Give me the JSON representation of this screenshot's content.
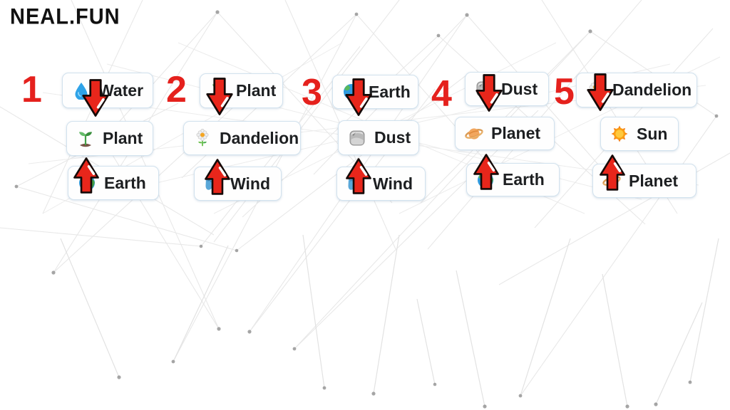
{
  "site": {
    "logo_text": "NEAL.FUN"
  },
  "colors": {
    "annotation_red": "#e5211d",
    "arrow_fill": "#e8261b",
    "pill_border": "#d2e2ee",
    "pill_background": "#fefefe",
    "pill_text": "#1d1f21",
    "graph_line": "#e8e8e8",
    "graph_dot": "#909090"
  },
  "combos": [
    {
      "number": "1",
      "top": {
        "label": "Water",
        "icon": "water-icon"
      },
      "result": {
        "label": "Plant",
        "icon": "seedling-icon"
      },
      "bottom": {
        "label": "Earth",
        "icon": "earth-icon"
      },
      "arrows": {
        "from_top": "down-arrow-icon",
        "from_bottom": "up-arrow-icon"
      }
    },
    {
      "number": "2",
      "top": {
        "label": "Plant",
        "icon": "seedling-icon"
      },
      "result": {
        "label": "Dandelion",
        "icon": "dandelion-icon"
      },
      "bottom": {
        "label": "Wind",
        "icon": "wind-icon"
      },
      "arrows": {
        "from_top": "down-arrow-icon",
        "from_bottom": "up-arrow-icon"
      }
    },
    {
      "number": "3",
      "top": {
        "label": "Earth",
        "icon": "earth-icon"
      },
      "result": {
        "label": "Dust",
        "icon": "dust-icon"
      },
      "bottom": {
        "label": "Wind",
        "icon": "wind-icon"
      },
      "arrows": {
        "from_top": "down-arrow-icon",
        "from_bottom": "up-arrow-icon"
      }
    },
    {
      "number": "4",
      "top": {
        "label": "Dust",
        "icon": "dust-icon"
      },
      "result": {
        "label": "Planet",
        "icon": "planet-icon"
      },
      "bottom": {
        "label": "Earth",
        "icon": "earth-icon"
      },
      "arrows": {
        "from_top": "down-arrow-icon",
        "from_bottom": "up-arrow-icon"
      }
    },
    {
      "number": "5",
      "top": {
        "label": "Dandelion",
        "icon": "dandelion-icon"
      },
      "result": {
        "label": "Sun",
        "icon": "sun-icon"
      },
      "bottom": {
        "label": "Planet",
        "icon": "planet-icon"
      },
      "arrows": {
        "from_top": "down-arrow-icon",
        "from_bottom": "up-arrow-icon"
      }
    }
  ]
}
